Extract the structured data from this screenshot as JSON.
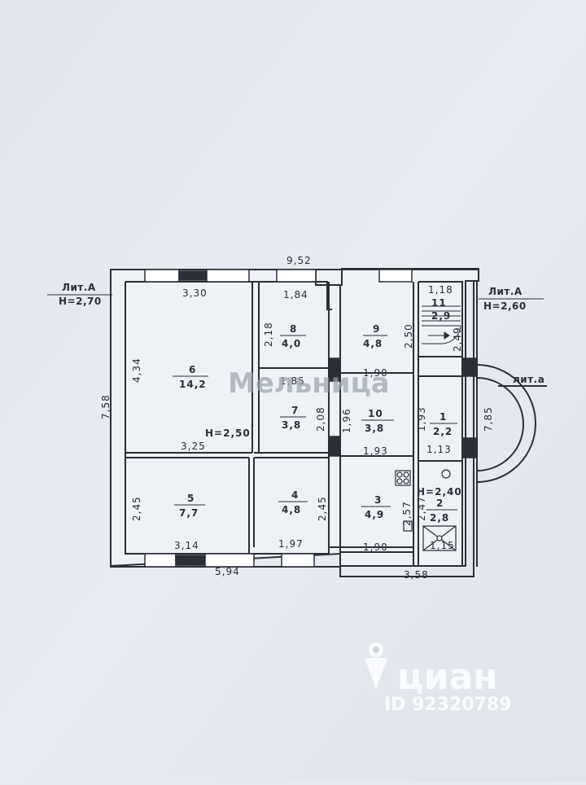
{
  "plan": {
    "overall_width": "9,52",
    "overall_height": "7,58",
    "bottom_left": "5,94",
    "bottom_right": "3,58",
    "arc_size": "7,85",
    "lit_left": {
      "label": "Лит.А",
      "height": "H=2,70"
    },
    "lit_right": {
      "label": "Лит.А",
      "height": "H=2,60"
    },
    "lit_small": {
      "label": "лит.а"
    },
    "heights": {
      "main": "H=2,50",
      "annex": "H=2,40"
    },
    "rooms": [
      {
        "num": "6",
        "area": "14,2",
        "w": "3,30",
        "w2": "3,25",
        "h": "4,34"
      },
      {
        "num": "8",
        "area": "4,0",
        "w": "1,84",
        "h": "2,18"
      },
      {
        "num": "7",
        "area": "3,8",
        "w": "1,85",
        "h": "2,08"
      },
      {
        "num": "9",
        "area": "4,8",
        "w": "1,90",
        "h": "2,50"
      },
      {
        "num": "10",
        "area": "3,8",
        "w": "1,93",
        "h": "1,96"
      },
      {
        "num": "11",
        "area": "2,9",
        "w": "1,18",
        "h": "2,49"
      },
      {
        "num": "1",
        "area": "2,2",
        "w": "1,13",
        "h": "1,93"
      },
      {
        "num": "5",
        "area": "7,7",
        "w": "3,14",
        "h": "2,45"
      },
      {
        "num": "4",
        "area": "4,8",
        "w": "1,97",
        "h": "2,45"
      },
      {
        "num": "3",
        "area": "4,9",
        "w": "1,90",
        "h": "2,57"
      },
      {
        "num": "2",
        "area": "2,8",
        "w": "1,15",
        "h": "2,47"
      }
    ]
  },
  "watermarks": {
    "agency": "Мельница",
    "cian_logo": "циан",
    "cian_id": "ID 92320789"
  }
}
